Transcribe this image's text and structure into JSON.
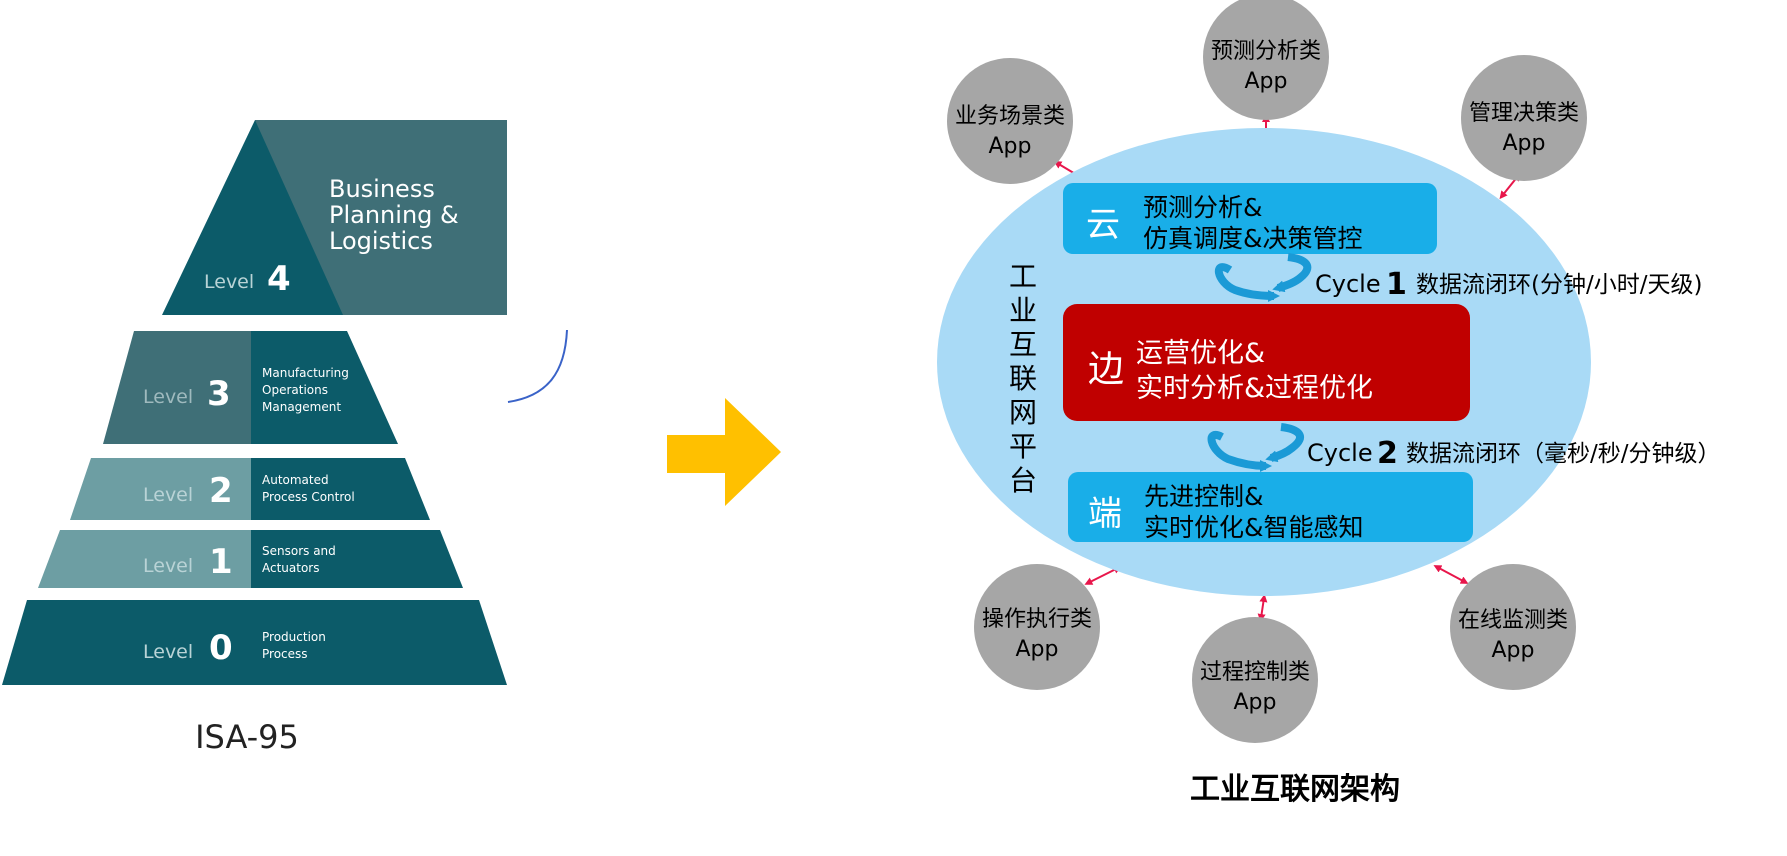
{
  "colors": {
    "tealDark": "#0c5b69",
    "tealMid": "#3f6f77",
    "tealLight": "#6d9ea3",
    "platformBlue": "#a9daf6",
    "cloudBlue": "#19aee8",
    "edgeRed": "#c00000",
    "appGray": "#a6a6a6",
    "arrowYellow": "#ffc000",
    "connectorRed": "#e8164b",
    "cycleBlue": "#1b9ad6"
  },
  "isa95": {
    "caption": "ISA-95",
    "levels": [
      {
        "level_word": "Level",
        "level_num": "4",
        "desc": [
          "Business",
          "Planning &",
          "Logistics"
        ]
      },
      {
        "level_word": "Level",
        "level_num": "3",
        "desc": [
          "Manufacturing",
          "Operations",
          "Management"
        ]
      },
      {
        "level_word": "Level",
        "level_num": "2",
        "desc": [
          "Automated",
          "Process Control"
        ]
      },
      {
        "level_word": "Level",
        "level_num": "1",
        "desc": [
          "Sensors and",
          "Actuators"
        ]
      },
      {
        "level_word": "Level",
        "level_num": "0",
        "desc": [
          "Production",
          "Process"
        ]
      }
    ]
  },
  "arch": {
    "title": "工业互联网架构",
    "platform_label": [
      "工",
      "业",
      "互",
      "联",
      "网",
      "平",
      "台"
    ],
    "cloud": {
      "char": "云",
      "lines": [
        "预测分析&",
        "仿真调度&决策管控"
      ]
    },
    "edge": {
      "char": "边",
      "lines": [
        "运营优化&",
        "实时分析&过程优化"
      ]
    },
    "device": {
      "char": "端",
      "lines": [
        "先进控制&",
        "实时优化&智能感知"
      ]
    },
    "cycle1": {
      "word": "Cycle",
      "num": "1",
      "desc": "数据流闭环(分钟/小时/天级)"
    },
    "cycle2": {
      "word": "Cycle",
      "num": "2",
      "desc": "数据流闭环（毫秒/秒/分钟级）"
    },
    "apps": [
      {
        "line1": "预测分析类",
        "line2": "App"
      },
      {
        "line1": "业务场景类",
        "line2": "App"
      },
      {
        "line1": "管理决策类",
        "line2": "App"
      },
      {
        "line1": "操作执行类",
        "line2": "App"
      },
      {
        "line1": "过程控制类",
        "line2": "App"
      },
      {
        "line1": "在线监测类",
        "line2": "App"
      }
    ]
  }
}
